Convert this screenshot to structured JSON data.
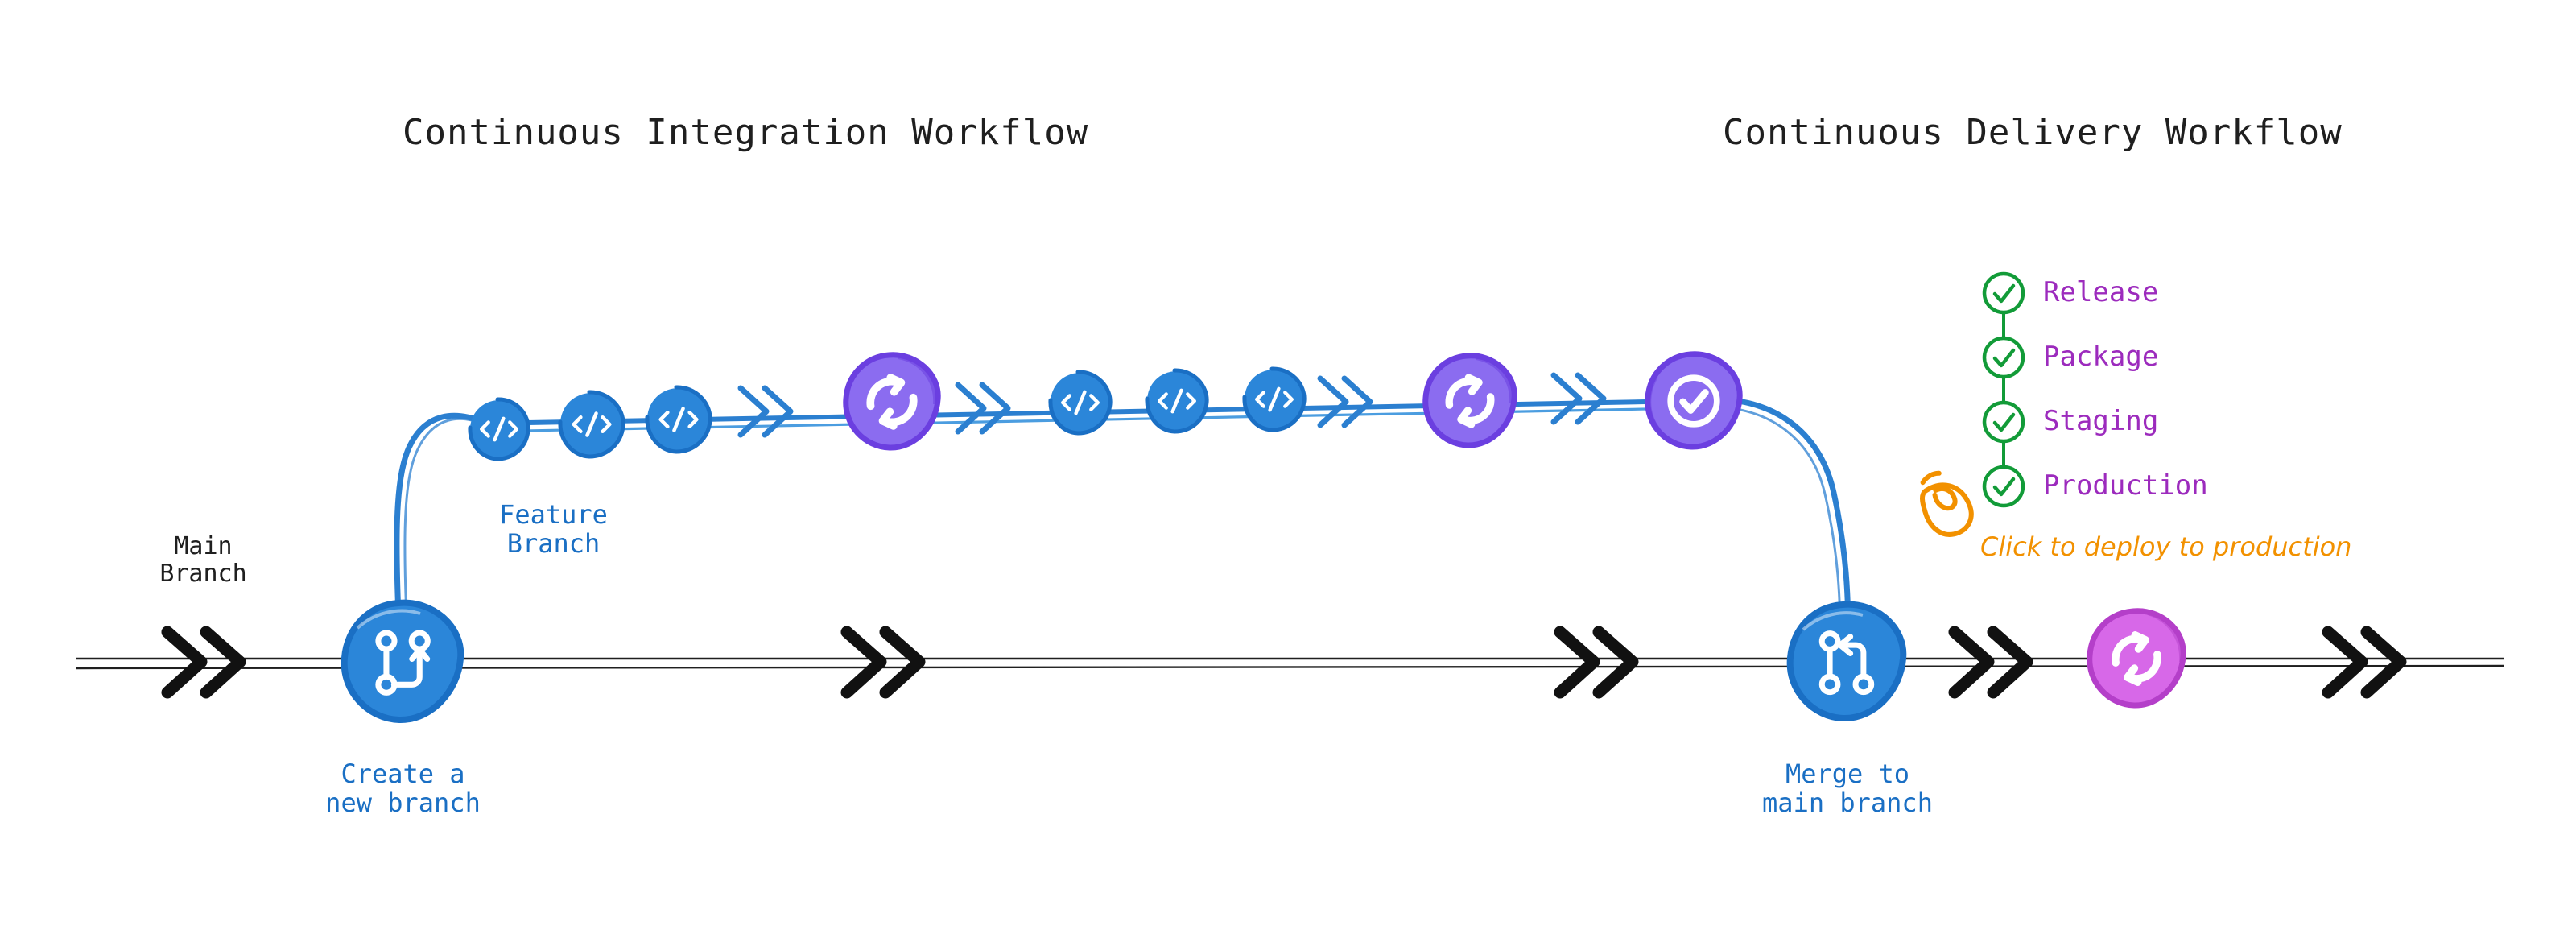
{
  "titles": {
    "ci": "Continuous Integration Workflow",
    "cd": "Continuous Delivery Workflow"
  },
  "labels": {
    "main_branch": "Main\nBranch",
    "feature_branch": "Feature\nBranch",
    "create_branch": "Create a\nnew branch",
    "merge_main": "Merge to\nmain branch"
  },
  "checklist": {
    "items": [
      {
        "label": "Release",
        "icon": "check-circle-icon",
        "state": "done"
      },
      {
        "label": "Package",
        "icon": "check-circle-icon",
        "state": "done"
      },
      {
        "label": "Staging",
        "icon": "check-circle-icon",
        "state": "done"
      },
      {
        "label": "Production",
        "icon": "check-circle-icon",
        "state": "done"
      }
    ],
    "hint": "Click to deploy to production",
    "cursor_icon": "mouse-cursor-icon"
  },
  "nodes": {
    "main_line": [
      {
        "id": "create-branch-node",
        "icon": "git-branch-icon",
        "color": "#2b86d9",
        "kind": "branch"
      },
      {
        "id": "merge-node",
        "icon": "git-merge-icon",
        "color": "#2b86d9",
        "kind": "merge"
      },
      {
        "id": "deploy-node",
        "icon": "sync-arrows-icon",
        "color": "#d768e8",
        "kind": "deploy"
      }
    ],
    "feature_line": [
      {
        "id": "commit-node-1",
        "icon": "code-icon",
        "color": "#2b86d9",
        "kind": "commit"
      },
      {
        "id": "commit-node-2",
        "icon": "code-icon",
        "color": "#2b86d9",
        "kind": "commit"
      },
      {
        "id": "commit-node-3",
        "icon": "code-icon",
        "color": "#2b86d9",
        "kind": "commit"
      },
      {
        "id": "build-node-1",
        "icon": "sync-arrows-icon",
        "color": "#8b6cf0",
        "kind": "build"
      },
      {
        "id": "commit-node-4",
        "icon": "code-icon",
        "color": "#2b86d9",
        "kind": "commit"
      },
      {
        "id": "commit-node-5",
        "icon": "code-icon",
        "color": "#2b86d9",
        "kind": "commit"
      },
      {
        "id": "commit-node-6",
        "icon": "code-icon",
        "color": "#2b86d9",
        "kind": "commit"
      },
      {
        "id": "build-node-2",
        "icon": "sync-arrows-icon",
        "color": "#8b6cf0",
        "kind": "build"
      },
      {
        "id": "verify-node",
        "icon": "check-circle-icon",
        "color": "#8b6cf0",
        "kind": "verify"
      }
    ]
  },
  "colors": {
    "blue": "#2b86d9",
    "blue_dark": "#1a6fc4",
    "purple": "#8b6cf0",
    "purple_dark": "#6b3fe0",
    "magenta": "#d768e8",
    "magenta_dark": "#b43fc9",
    "green": "#129b38",
    "label_purple": "#9c2bbd",
    "orange": "#f29100",
    "black": "#1f1f1f"
  }
}
